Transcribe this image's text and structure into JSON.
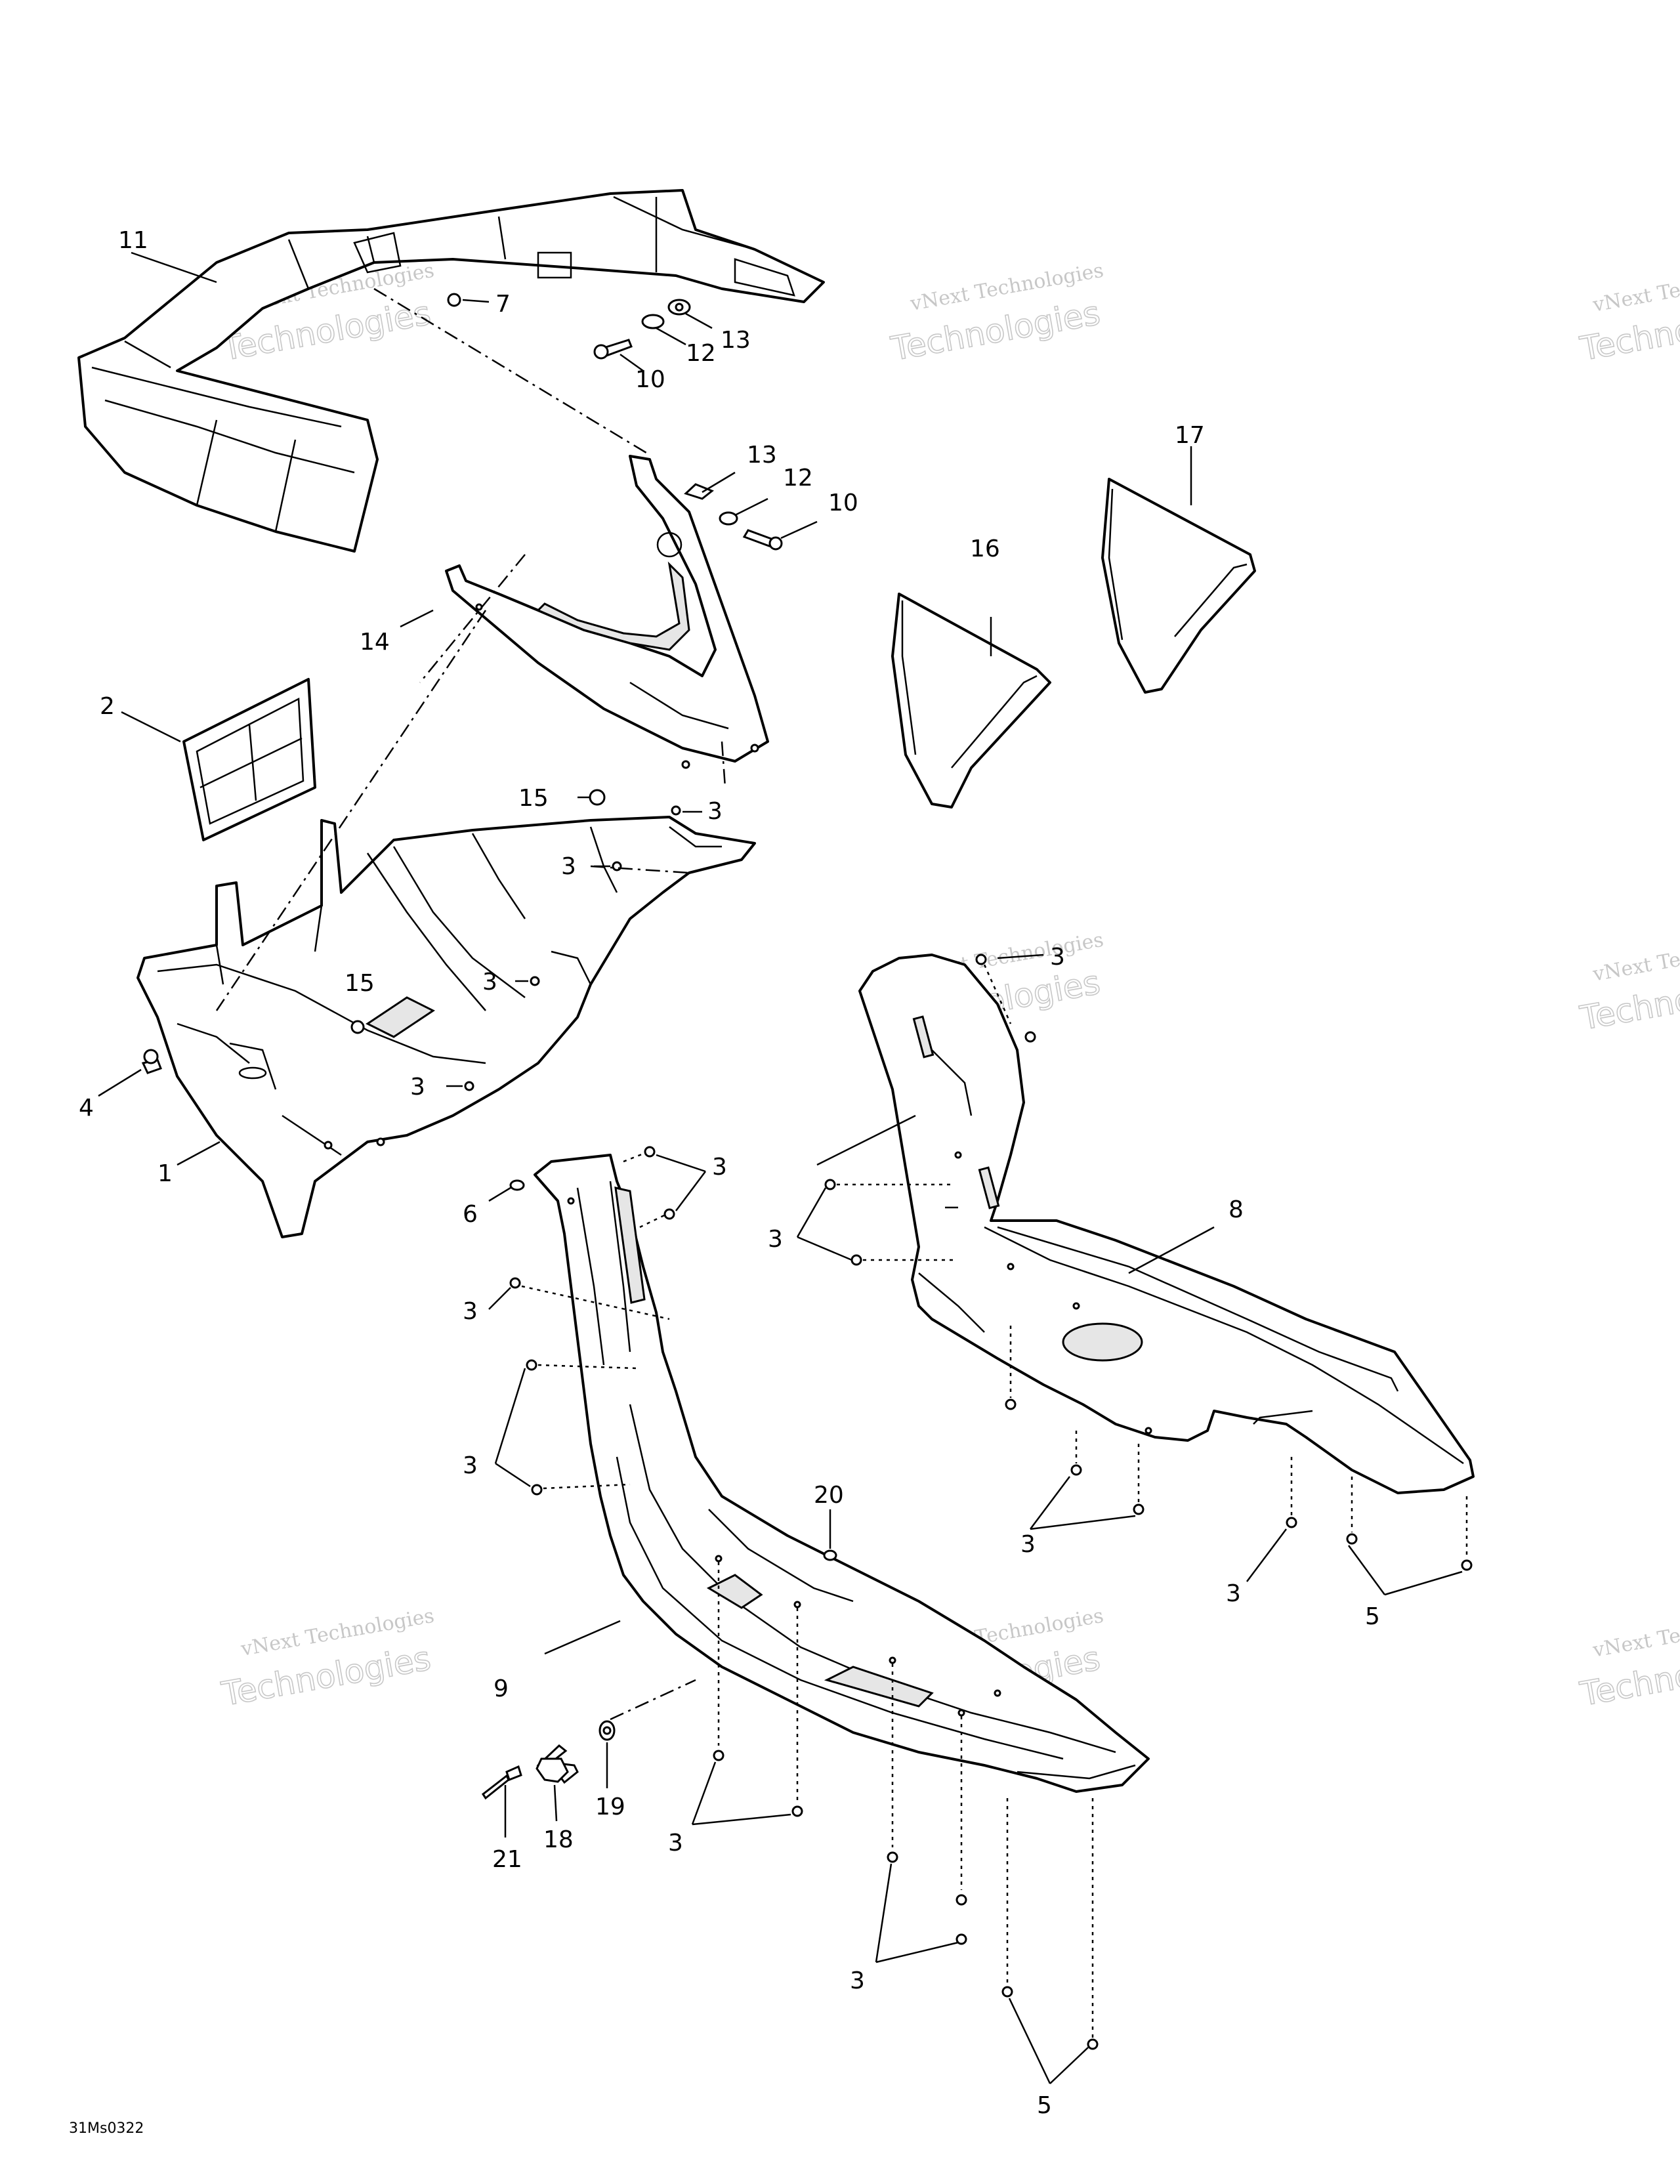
{
  "labels": {
    "l11": "11",
    "l7": "7",
    "l13a": "13",
    "l12a": "12",
    "l10a": "10",
    "l13b": "13",
    "l12b": "12",
    "l10b": "10",
    "l14": "14",
    "l16": "16",
    "l17": "17",
    "l2": "2",
    "l15a": "15",
    "l3a": "3",
    "l3b": "3",
    "l15b": "15",
    "l3c": "3",
    "l3d": "3",
    "l4": "4",
    "l1": "1",
    "l3e": "3",
    "l8": "8",
    "l3f": "3",
    "l6": "6",
    "l3g": "3",
    "l3h": "3",
    "l3i": "3",
    "l3j": "3",
    "l3k": "3",
    "l5a": "5",
    "l20": "20",
    "l9": "9",
    "l19": "19",
    "l18": "18",
    "l21": "21",
    "l3l": "3",
    "l3m": "3",
    "l5b": "5"
  },
  "watermark": {
    "brand": "vNext Technologies",
    "big_text": "Technologies",
    "corner_top": "vNext Te",
    "corner_big": "Technol"
  },
  "figure_code": "31Ms0322"
}
